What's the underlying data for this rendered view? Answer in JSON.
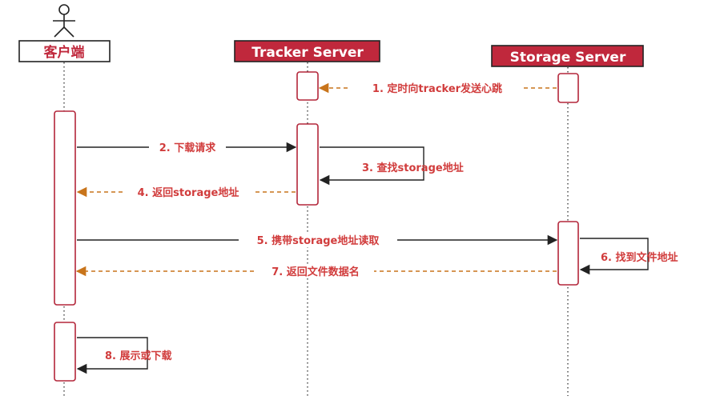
{
  "colors": {
    "accent": "#c0283c",
    "label_red": "#d13c3c",
    "return_orange": "#c8741b",
    "line_dark": "#222222"
  },
  "participants": {
    "client": {
      "label": "客户端",
      "icon": "stick-figure-icon"
    },
    "tracker": {
      "label": "Tracker Server"
    },
    "storage": {
      "label": "Storage Server"
    }
  },
  "messages": {
    "m1": "1. 定时向tracker发送心跳",
    "m2": "2. 下载请求",
    "m3": "3. 查找storage地址",
    "m4": "4. 返回storage地址",
    "m5": "5. 携带storage地址读取",
    "m6": "6. 找到文件地址",
    "m7": "7. 返回文件数据名",
    "m8": "8. 展示或下载"
  }
}
